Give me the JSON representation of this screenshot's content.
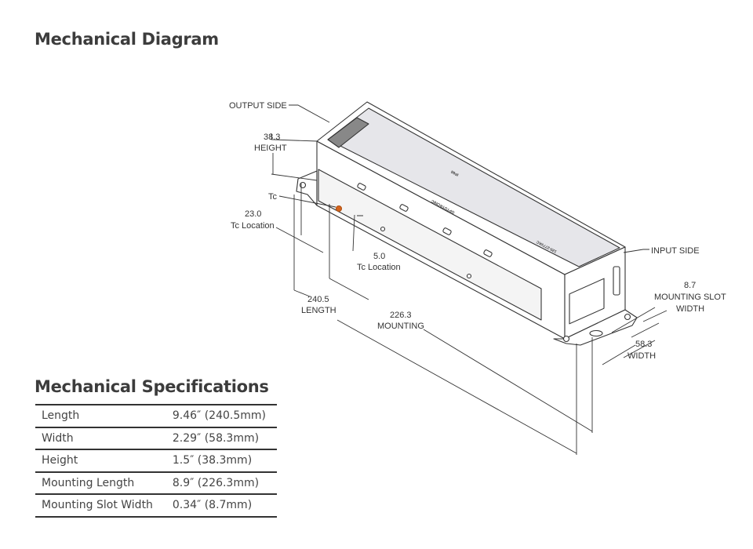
{
  "headings": {
    "diagram": "Mechanical Diagram",
    "specs": "Mechanical Specifications"
  },
  "diagram_labels": {
    "output_side": "OUTPUT SIDE",
    "height_value": "38.3",
    "height_label": "HEIGHT",
    "tc": "Tc",
    "tc_location_1_value": "23.0",
    "tc_location_1_label": "Tc Location",
    "tc_location_2_value": "5.0",
    "tc_location_2_label": "Tc Location",
    "length_value": "240.5",
    "length_label": "LENGTH",
    "mounting_value": "226.3",
    "mounting_label": "MOUNTING",
    "input_side": "INPUT SIDE",
    "slot_value": "8.7",
    "slot_label_1": "MOUNTING SLOT",
    "slot_label_2": "WIDTH",
    "width_value": "58.3",
    "width_label": "WIDTH",
    "product_text": "OPTOTRONIC",
    "voltage_text": "120-277VAC",
    "ip_rating": "IP66"
  },
  "specs": [
    {
      "name": "Length",
      "value": "9.46″ (240.5mm)"
    },
    {
      "name": "Width",
      "value": "2.29″ (58.3mm)"
    },
    {
      "name": "Height",
      "value": "1.5″ (38.3mm)"
    },
    {
      "name": "Mounting Length",
      "value": "8.9″ (226.3mm)"
    },
    {
      "name": "Mounting Slot Width",
      "value": "0.34″ (8.7mm)"
    }
  ],
  "colors": {
    "tc_marker": "#d4641e",
    "label_fill": "#e6e6ea"
  }
}
